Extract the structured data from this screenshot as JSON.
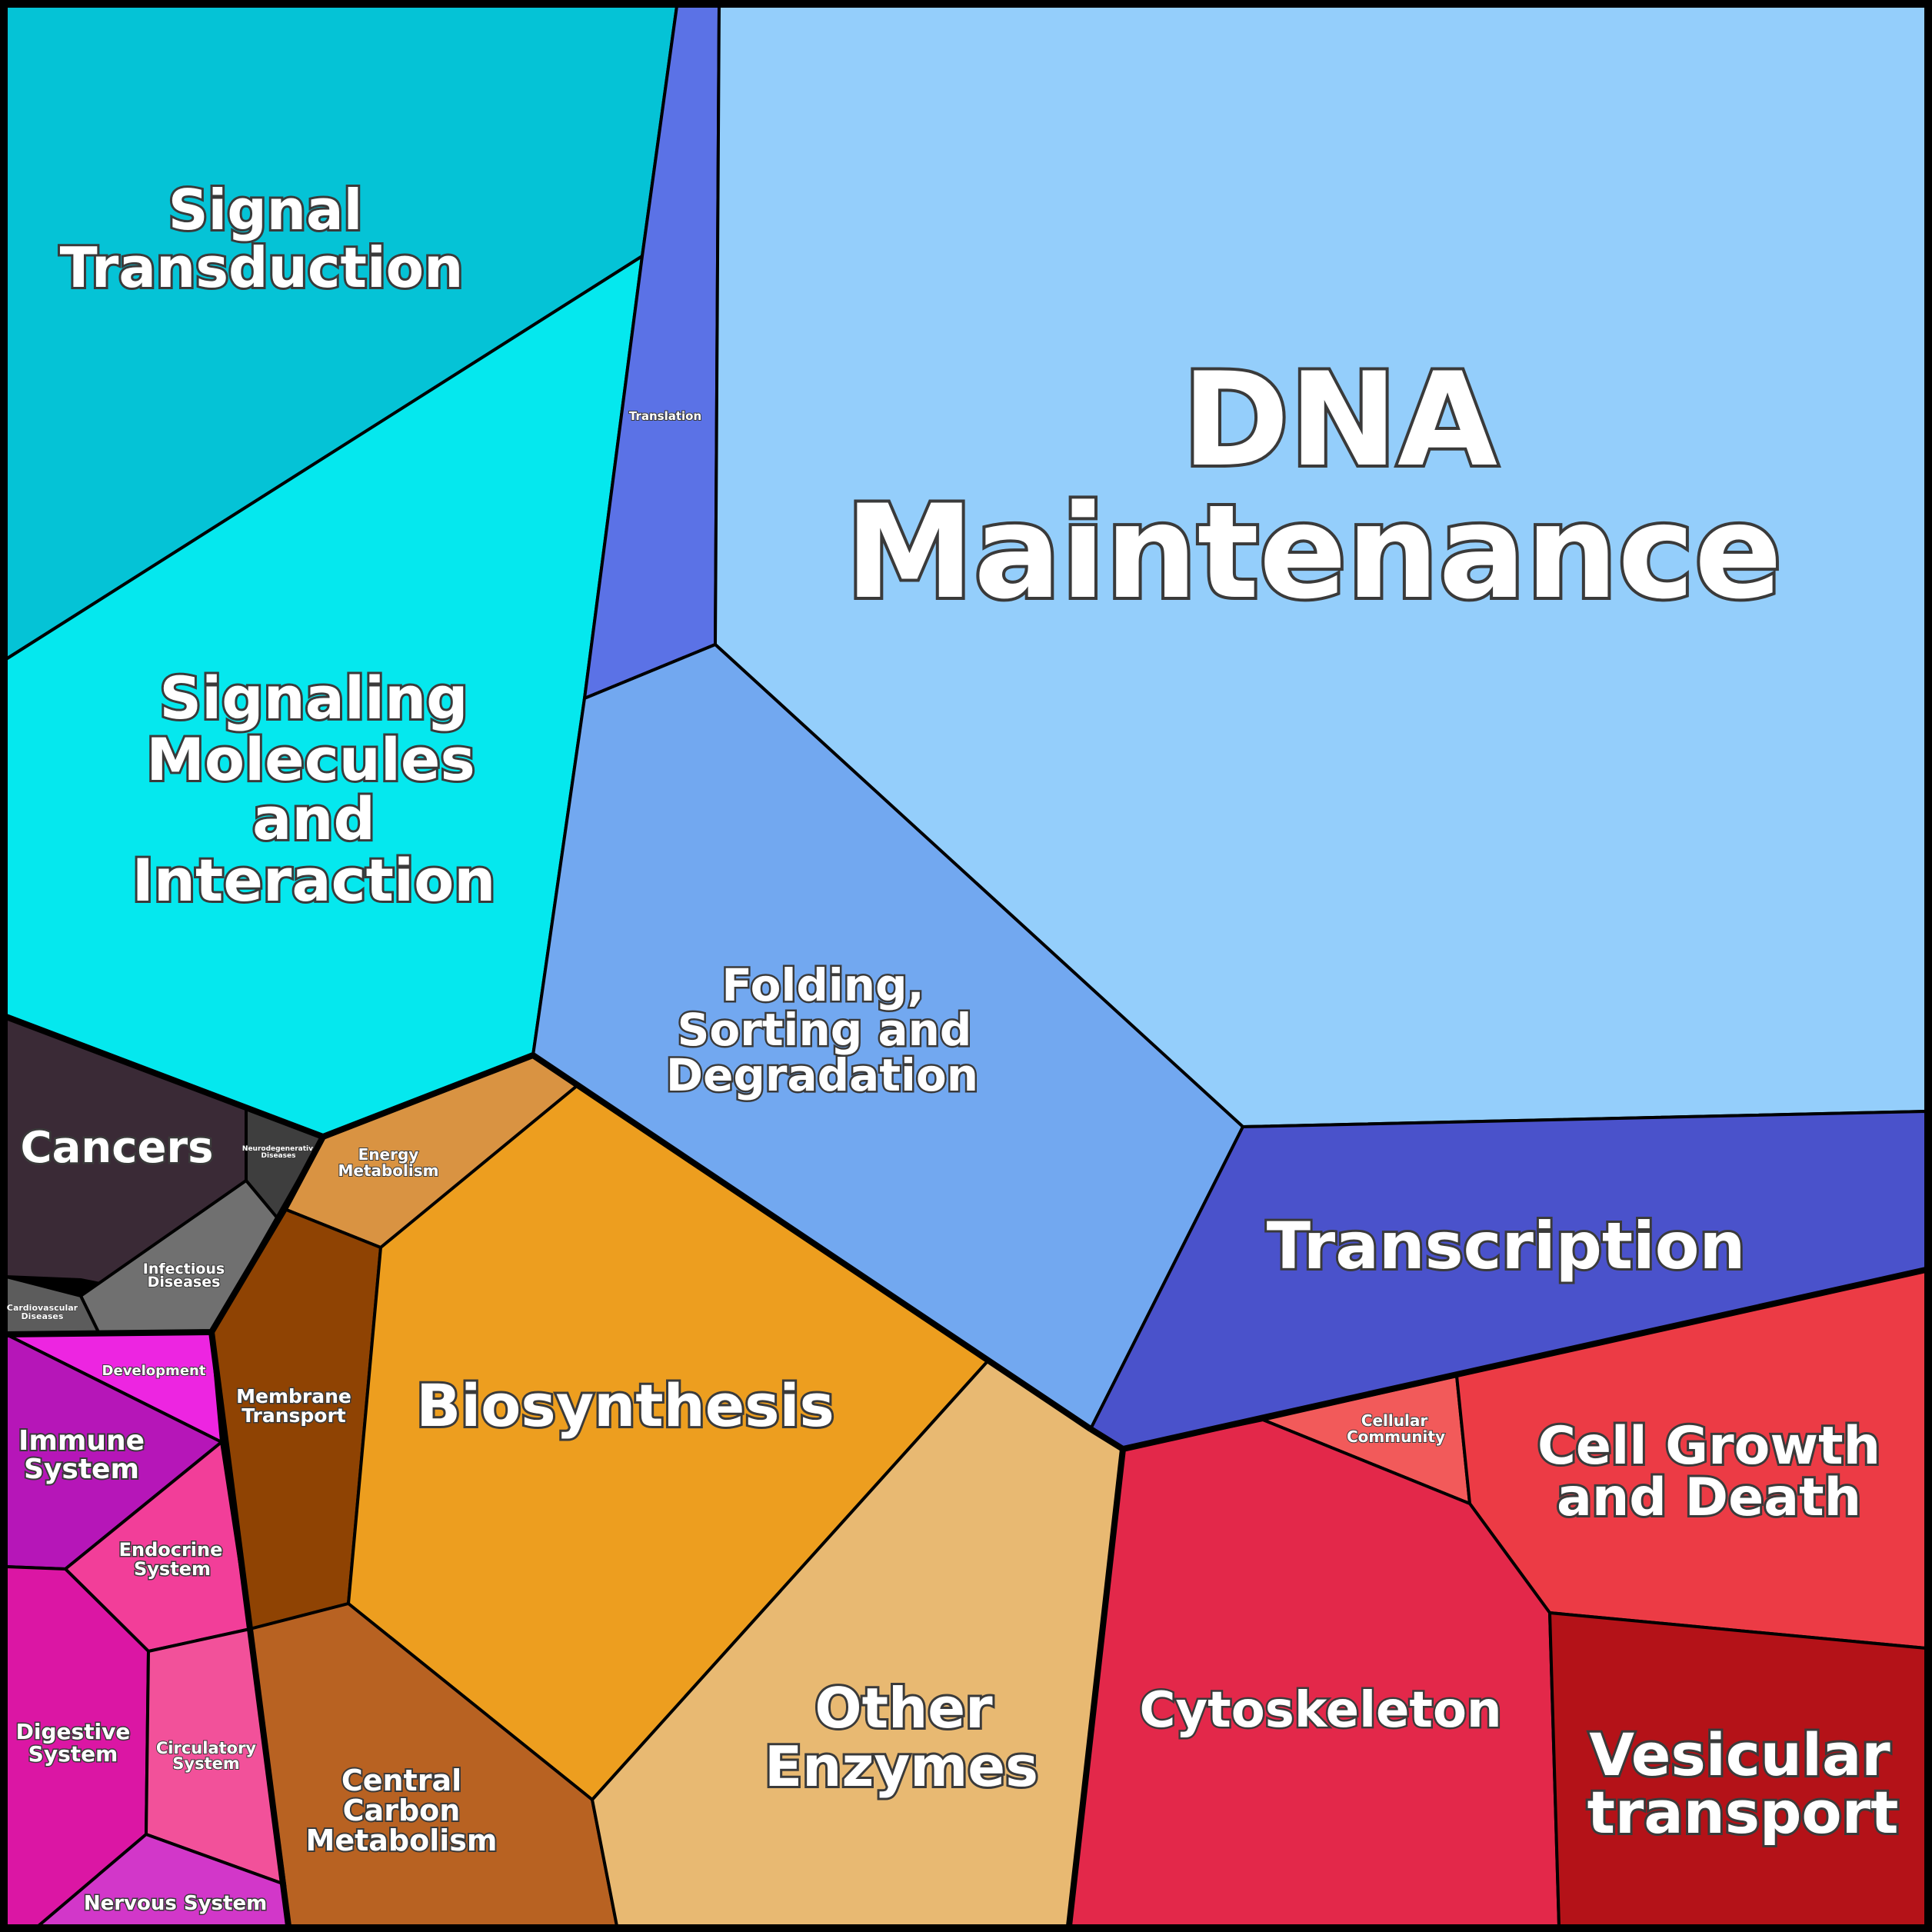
{
  "diagram": {
    "type": "voronoi-treemap",
    "cells": [
      {
        "id": "signal-transduction",
        "color": "#05c3d6",
        "label": [
          "Signal",
          "Transduction"
        ]
      },
      {
        "id": "signaling-molecules",
        "color": "#05e8ee",
        "label": [
          "Signaling",
          "Molecules",
          "and",
          "Interaction"
        ]
      },
      {
        "id": "translation",
        "color": "#5b72e6",
        "label": [
          "Translation"
        ]
      },
      {
        "id": "dna-maintenance",
        "color": "#94cefb",
        "label": [
          "DNA",
          "Maintenance"
        ]
      },
      {
        "id": "folding-sorting-degradation",
        "color": "#72a8f0",
        "label": [
          "Folding,",
          "Sorting and",
          "Degradation"
        ]
      },
      {
        "id": "transcription",
        "color": "#4a52cb",
        "label": [
          "Transcription"
        ]
      },
      {
        "id": "cancers",
        "color": "#3a2a36",
        "label": [
          "Cancers"
        ]
      },
      {
        "id": "neurodegenerative-diseases",
        "color": "#3e3e3e",
        "label": [
          "Neurodegenerative",
          "Diseases"
        ]
      },
      {
        "id": "infectious-diseases",
        "color": "#707070",
        "label": [
          "Infectious",
          "Diseases"
        ]
      },
      {
        "id": "cardiovascular-diseases",
        "color": "#5c5c5c",
        "label": [
          "Cardiovascular",
          "Diseases"
        ]
      },
      {
        "id": "energy-metabolism",
        "color": "#d99342",
        "label": [
          "Energy",
          "Metabolism"
        ]
      },
      {
        "id": "membrane-transport",
        "color": "#8f4303",
        "label": [
          "Membrane",
          "Transport"
        ]
      },
      {
        "id": "biosynthesis",
        "color": "#ed9e1f",
        "label": [
          "Biosynthesis"
        ]
      },
      {
        "id": "central-carbon-metabolism",
        "color": "#b86222",
        "label": [
          "Central",
          "Carbon",
          "Metabolism"
        ]
      },
      {
        "id": "other-enzymes",
        "color": "#e8b972",
        "label": [
          "Other",
          "Enzymes"
        ]
      },
      {
        "id": "development",
        "color": "#ed25e1",
        "label": [
          "Development"
        ]
      },
      {
        "id": "immune-system",
        "color": "#b616b8",
        "label": [
          "Immune",
          "System"
        ]
      },
      {
        "id": "endocrine-system",
        "color": "#f23e99",
        "label": [
          "Endocrine",
          "System"
        ]
      },
      {
        "id": "digestive-system",
        "color": "#db16a4",
        "label": [
          "Digestive",
          "System"
        ]
      },
      {
        "id": "circulatory-system",
        "color": "#f2519a",
        "label": [
          "Circulatory",
          "System"
        ]
      },
      {
        "id": "nervous-system",
        "color": "#d237c9",
        "label": [
          "Nervous System"
        ]
      },
      {
        "id": "cellular-community",
        "color": "#f25a5a",
        "label": [
          "Cellular",
          "Community"
        ]
      },
      {
        "id": "cell-growth-and-death",
        "color": "#ec3b45",
        "label": [
          "Cell Growth",
          "and Death"
        ]
      },
      {
        "id": "cytoskeleton",
        "color": "#e3284a",
        "label": [
          "Cytoskeleton"
        ]
      },
      {
        "id": "vesicular-transport",
        "color": "#b41218",
        "label": [
          "Vesicular",
          "transport"
        ]
      }
    ]
  }
}
